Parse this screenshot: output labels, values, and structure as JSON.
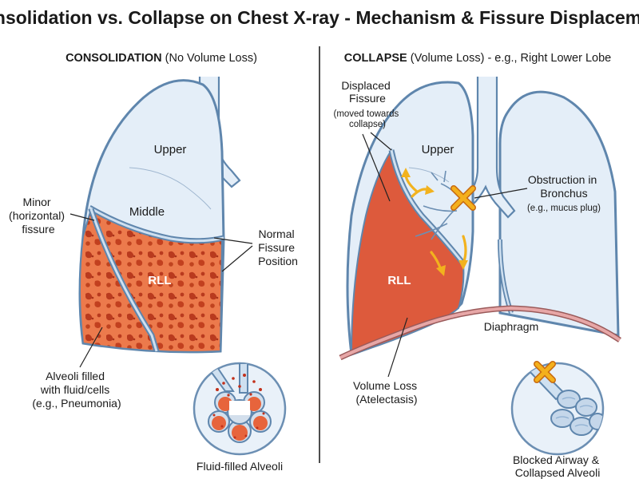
{
  "title": "Consolidation vs. Collapse on Chest X-ray - Mechanism & Fissure Displacement",
  "left_panel": {
    "heading_bold": "CONSOLIDATION",
    "heading_rest": " (No Volume Loss)",
    "lobes": {
      "upper": "Upper",
      "middle": "Middle",
      "rll": "RLL"
    },
    "minor_fissure": [
      "Minor",
      "(horizontal)",
      "fissure"
    ],
    "normal_fissure": [
      "Normal",
      "Fissure",
      "Position"
    ],
    "alveoli_note": [
      "Alveoli filled",
      "with fluid/cells",
      "(e.g., Pneumonia)"
    ],
    "inset_caption": "Fluid-filled Alveoli"
  },
  "right_panel": {
    "heading_bold": "COLLAPSE",
    "heading_rest": " (Volume Loss) - e.g., Right Lower Lobe",
    "lobes": {
      "upper": "Upper",
      "rll": "RLL"
    },
    "displaced_fissure": [
      "Displaced",
      "Fissure"
    ],
    "displaced_fissure_sub": [
      "(moved towards",
      "collapse)"
    ],
    "obstruction": [
      "Obstruction in",
      "Bronchus"
    ],
    "obstruction_sub": "(e.g., mucus plug)",
    "diaphragm": "Diaphragm",
    "volume_loss": [
      "Volume Loss",
      "(Atelectasis)"
    ],
    "inset_caption": [
      "Blocked Airway &",
      "Collapsed Alveoli"
    ]
  },
  "colors": {
    "lung_fill": "#e4eef8",
    "lung_stroke": "#5f86ad",
    "consolidation": "#e8663f",
    "consolidation_dark": "#b8361c",
    "collapse_fill": "#dd5a3c",
    "arrow": "#f2b21e",
    "diaphragm": "#e7a7a7"
  }
}
